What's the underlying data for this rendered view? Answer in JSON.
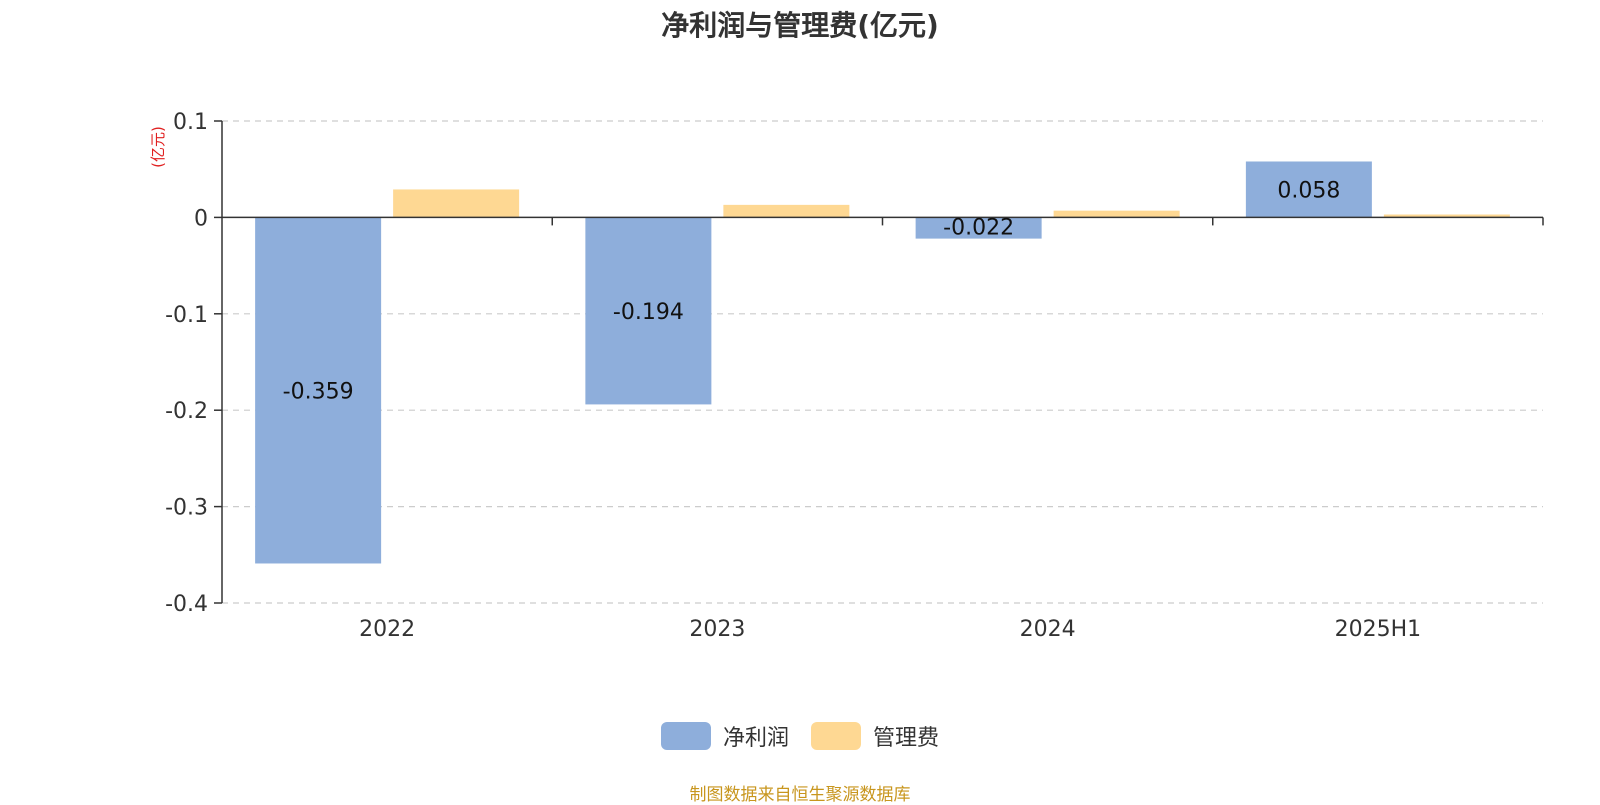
{
  "chart_data": {
    "type": "bar",
    "title": "净利润与管理费(亿元)",
    "ylabel": "(亿元)",
    "categories": [
      "2022",
      "2023",
      "2024",
      "2025H1"
    ],
    "series": [
      {
        "name": "净利润",
        "values": [
          -0.359,
          -0.194,
          -0.022,
          0.058
        ],
        "labels": [
          "-0.359",
          "-0.194",
          "-0.022",
          "0.058"
        ]
      },
      {
        "name": "管理费",
        "values": [
          0.029,
          0.013,
          0.007,
          0.003
        ]
      }
    ],
    "ylim": [
      -0.4,
      0.1
    ],
    "yticks": [
      0.1,
      0,
      -0.1,
      -0.2,
      -0.3,
      -0.4
    ],
    "ytick_labels": [
      "0.1",
      "0",
      "-0.1",
      "-0.2",
      "-0.3",
      "-0.4"
    ],
    "grid": true,
    "legend": "bottom-center"
  },
  "colors": {
    "series_0": "#8eaedb",
    "series_1": "#fed893",
    "ylabel": "#e02020",
    "source": "#c8961e"
  },
  "source_note": "制图数据来自恒生聚源数据库"
}
